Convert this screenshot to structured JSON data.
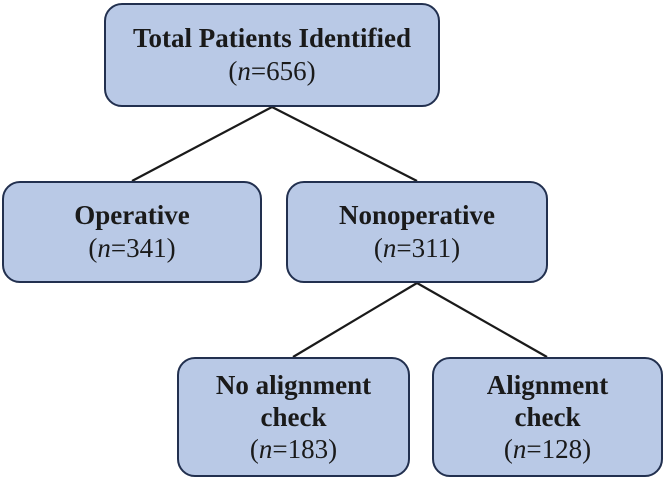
{
  "nodes": {
    "total": {
      "title": "Total Patients Identified",
      "n_label": "n",
      "value": "=656"
    },
    "operative": {
      "title": "Operative",
      "n_label": "n",
      "value": "=341"
    },
    "nonoperative": {
      "title": "Nonoperative",
      "n_label": "n",
      "value": "=311"
    },
    "no_alignment": {
      "title_line1": "No alignment",
      "title_line2": "check",
      "n_label": "n",
      "value": "=183"
    },
    "alignment": {
      "title_line1": "Alignment",
      "title_line2": "check",
      "n_label": "n",
      "value": "=128"
    }
  },
  "edges": [
    {
      "from": "total",
      "to": "operative"
    },
    {
      "from": "total",
      "to": "nonoperative"
    },
    {
      "from": "nonoperative",
      "to": "no_alignment"
    },
    {
      "from": "nonoperative",
      "to": "alignment"
    }
  ],
  "colors": {
    "box_fill": "#b9c9e6",
    "box_border": "#22304f",
    "line": "#1a1a1a"
  }
}
